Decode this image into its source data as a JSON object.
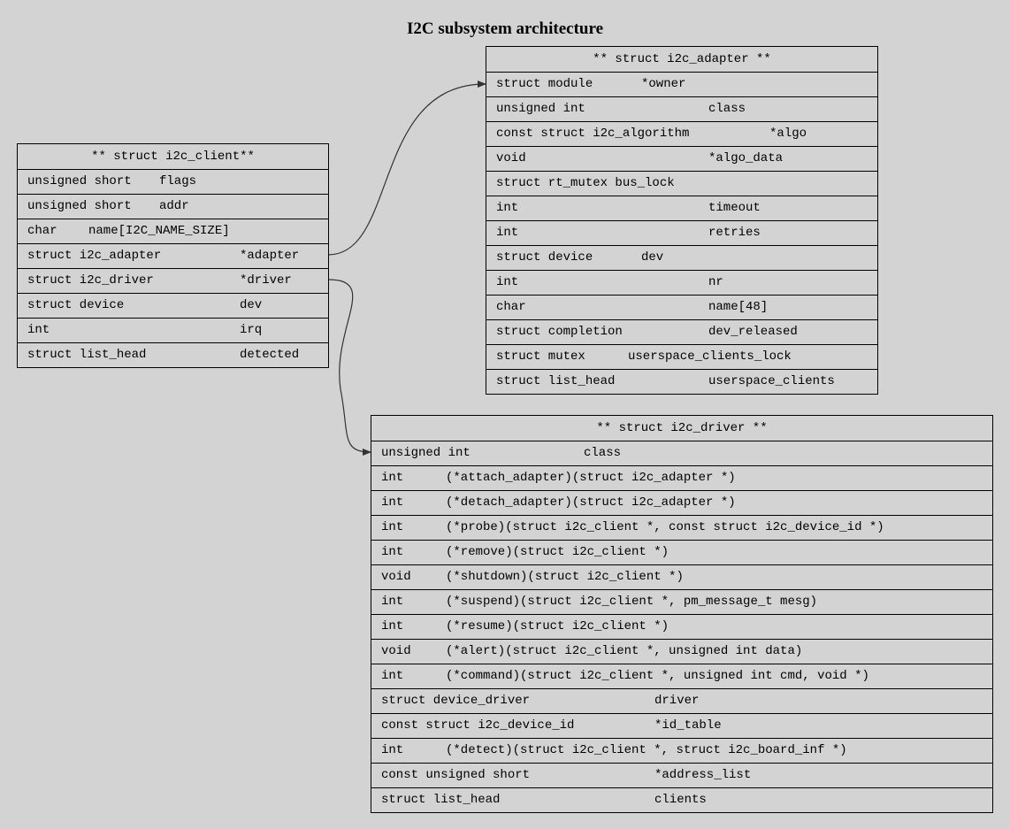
{
  "title": "I2C subsystem architecture",
  "colors": {
    "background": "#d3d3d3",
    "border": "#000000",
    "edge": "#333333"
  },
  "client": {
    "header": "** struct i2c_client**",
    "fields": [
      {
        "type": "unsigned short",
        "name": "flags"
      },
      {
        "type": "unsigned short",
        "name": "addr"
      },
      {
        "type": "char",
        "name": "name[I2C_NAME_SIZE]"
      },
      {
        "type": "struct i2c_adapter",
        "name": "*adapter"
      },
      {
        "type": "struct i2c_driver",
        "name": "*driver"
      },
      {
        "type": "struct device",
        "name": "dev"
      },
      {
        "type": "int",
        "name": "irq"
      },
      {
        "type": "struct list_head",
        "name": "detected"
      }
    ]
  },
  "adapter": {
    "header": "** struct i2c_adapter **",
    "fields": [
      {
        "type": "struct module",
        "name": "*owner"
      },
      {
        "type": "unsigned int",
        "name": "class"
      },
      {
        "type": "const struct i2c_algorithm",
        "name": "*algo"
      },
      {
        "type": "void",
        "name": "*algo_data"
      },
      {
        "type": "struct rt_mutex bus_lock",
        "name": ""
      },
      {
        "type": "int",
        "name": "timeout"
      },
      {
        "type": "int",
        "name": "retries"
      },
      {
        "type": "struct device",
        "name": "dev"
      },
      {
        "type": "int",
        "name": "nr"
      },
      {
        "type": "char",
        "name": "name[48]"
      },
      {
        "type": "struct completion",
        "name": "dev_released"
      },
      {
        "type": "struct mutex",
        "name": "userspace_clients_lock"
      },
      {
        "type": "struct list_head",
        "name": "userspace_clients"
      }
    ]
  },
  "driver": {
    "header": "** struct i2c_driver **",
    "fields": [
      {
        "type": "unsigned int",
        "name": "class"
      },
      {
        "type": "int",
        "name": "(*attach_adapter)(struct i2c_adapter *)"
      },
      {
        "type": "int",
        "name": "(*detach_adapter)(struct i2c_adapter *)"
      },
      {
        "type": "int",
        "name": "(*probe)(struct i2c_client *, const struct i2c_device_id *)"
      },
      {
        "type": "int",
        "name": "(*remove)(struct i2c_client *)"
      },
      {
        "type": "void",
        "name": "(*shutdown)(struct i2c_client *)"
      },
      {
        "type": "int",
        "name": "(*suspend)(struct i2c_client *, pm_message_t mesg)"
      },
      {
        "type": "int",
        "name": "(*resume)(struct i2c_client *)"
      },
      {
        "type": "void",
        "name": "(*alert)(struct i2c_client *, unsigned int data)"
      },
      {
        "type": "int",
        "name": "(*command)(struct i2c_client *, unsigned int cmd, void *)"
      },
      {
        "type": "struct device_driver",
        "name": "driver"
      },
      {
        "type": "const struct i2c_device_id",
        "name": "*id_table"
      },
      {
        "type": "int",
        "name": "(*detect)(struct i2c_client *, struct i2c_board_inf *)"
      },
      {
        "type": "const unsigned short",
        "name": "*address_list"
      },
      {
        "type": "struct list_head",
        "name": "clients"
      }
    ]
  },
  "edges": [
    {
      "from": "client.adapter",
      "to": "adapter.owner"
    },
    {
      "from": "client.driver",
      "to": "driver.class"
    }
  ]
}
